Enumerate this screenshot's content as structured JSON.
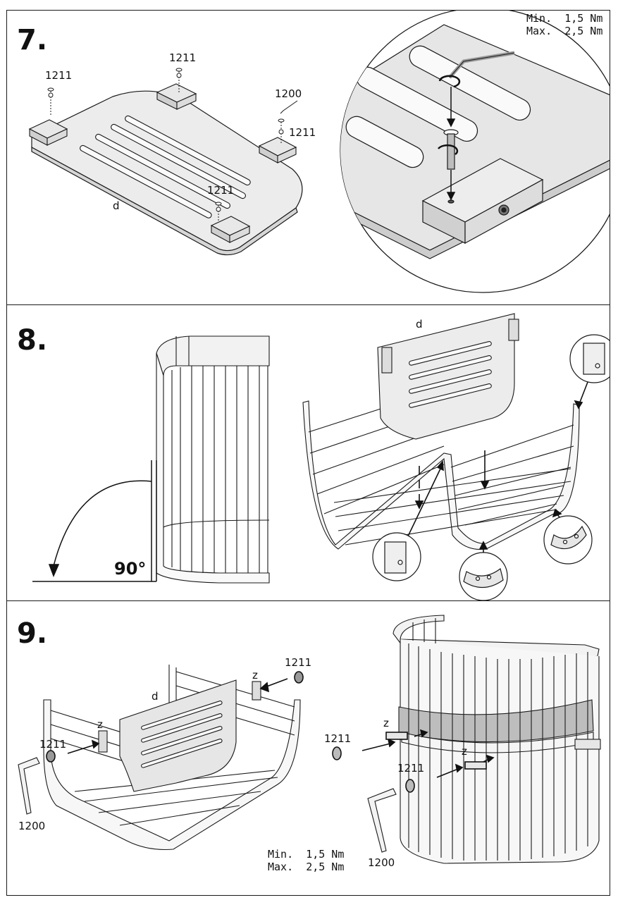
{
  "steps": {
    "s7": {
      "number": "7.",
      "labels": {
        "p1": "1211",
        "p2": "1211",
        "p3": "1200",
        "p4": "1211",
        "p5": "1211",
        "d": "d"
      },
      "torque": {
        "min_label": "Min.",
        "min_value": "1,5 Nm",
        "max_label": "Max.",
        "max_value": "2,5 Nm"
      }
    },
    "s8": {
      "number": "8.",
      "labels": {
        "d": "d",
        "angle": "90°"
      }
    },
    "s9": {
      "number": "9.",
      "labels": {
        "p1211_top": "1211",
        "z_top": "z",
        "d": "d",
        "z_left": "z",
        "p1211_left": "1211",
        "p1200_left": "1200",
        "z_right1": "z",
        "p1211_right1": "1211",
        "p1211_right2": "1211",
        "z_right2": "z",
        "p1200_right": "1200"
      },
      "torque": {
        "min_label": "Min.",
        "min_value": "1,5 Nm",
        "max_label": "Max.",
        "max_value": "2,5 Nm"
      }
    }
  },
  "colors": {
    "line": "#1a1a1a",
    "board": "#e3e3e3",
    "cage": "#f7f7f7",
    "arrow": "#111111"
  }
}
